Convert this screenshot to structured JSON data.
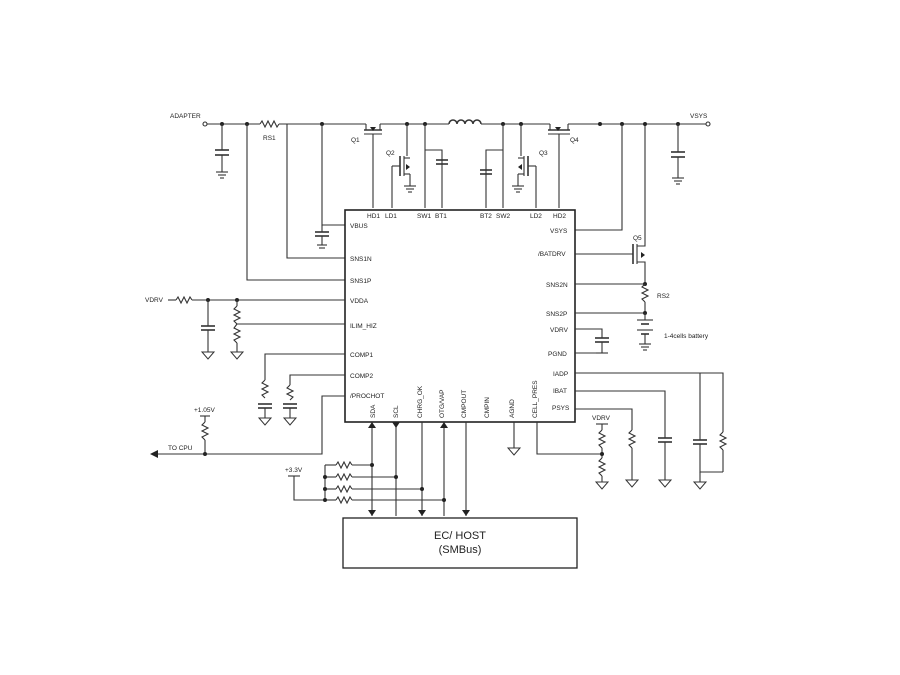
{
  "nets": {
    "adapter": "ADAPTER",
    "vsys": "VSYS",
    "vdrv_left": "VDRV",
    "vdrv_right": "VDRV",
    "v105": "+1.05V",
    "v33": "+3.3V",
    "to_cpu": "TO CPU"
  },
  "components": {
    "rs1": "RS1",
    "rs2": "RS2",
    "q1": "Q1",
    "q2": "Q2",
    "q3": "Q3",
    "q4": "Q4",
    "q5": "Q5",
    "battery": "1-4cells battery"
  },
  "ic": {
    "top_pins": [
      "HD1",
      "LD1",
      "SW1",
      "BT1",
      "BT2",
      "SW2",
      "LD2",
      "HD2"
    ],
    "left_pins": [
      "VBUS",
      "SNS1N",
      "SNS1P",
      "VDDA",
      "ILIM_HIZ",
      "COMP1",
      "COMP2",
      "/PROCHOT"
    ],
    "right_pins": [
      "VSYS",
      "/BATDRV",
      "SNS2N",
      "SNS2P",
      "VDRV",
      "PGND",
      "IADP",
      "IBAT",
      "PSYS"
    ],
    "bottom_pins": [
      "SDA",
      "SCL",
      "CHRG_OK",
      "OTG/VAP",
      "CMPOUT",
      "CMPIN",
      "AGND",
      "CELL_PRES"
    ]
  },
  "host": {
    "line1": "EC/ HOST",
    "line2": "(SMBus)"
  }
}
